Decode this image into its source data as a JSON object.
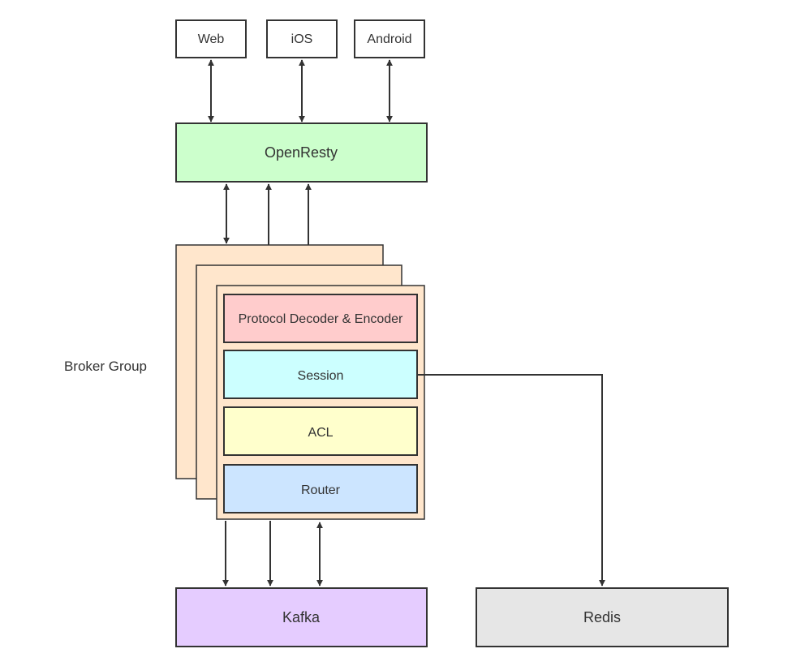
{
  "clients": [
    {
      "id": "web",
      "label": "Web"
    },
    {
      "id": "ios",
      "label": "iOS"
    },
    {
      "id": "android",
      "label": "Android"
    }
  ],
  "gateway": {
    "label": "OpenResty",
    "color": "#ccffcc"
  },
  "broker_group": {
    "label": "Broker Group",
    "card_color": "#ffe6cc",
    "layers": [
      {
        "id": "protocol",
        "label": "Protocol Decoder & Encoder",
        "color": "#ffcccc"
      },
      {
        "id": "session",
        "label": "Session",
        "color": "#ccffff"
      },
      {
        "id": "acl",
        "label": "ACL",
        "color": "#ffffcc"
      },
      {
        "id": "router",
        "label": "Router",
        "color": "#cce5ff"
      }
    ]
  },
  "kafka": {
    "label": "Kafka",
    "color": "#e5ccff"
  },
  "redis": {
    "label": "Redis",
    "color": "#e6e6e6"
  }
}
